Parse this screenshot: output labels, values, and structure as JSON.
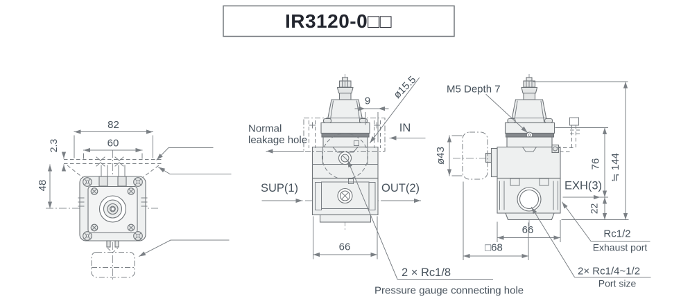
{
  "title": {
    "model": "IR3120-0□□"
  },
  "top_view": {
    "dim_82": "82",
    "dim_60": "60",
    "dim_2_3": "2.3",
    "dim_48": "48"
  },
  "front_view": {
    "dim_9": "9",
    "dim_hole": "ø15.5",
    "leak_1": "Normal",
    "leak_2": "leakage hole",
    "port_in": "IN",
    "port_sup": "SUP(1)",
    "port_out": "OUT(2)",
    "dim_66": "66",
    "gauge_thread": "2 ×  Rc1/8",
    "gauge_note": "Pressure gauge connecting hole"
  },
  "side_view": {
    "label_m5": "M5 Depth 7",
    "dim_gauge": "ø43",
    "dim_76": "76",
    "dim_144": "≒ 144",
    "dim_22": "22",
    "dim_66": "66",
    "dim_68": "□68",
    "port_exh": "EXH(3)",
    "exhaust_thread": "Rc1/2",
    "exhaust_note": "Exhaust port",
    "port_thread": "2×  Rc1/4~1/2",
    "port_note": "Port size"
  }
}
